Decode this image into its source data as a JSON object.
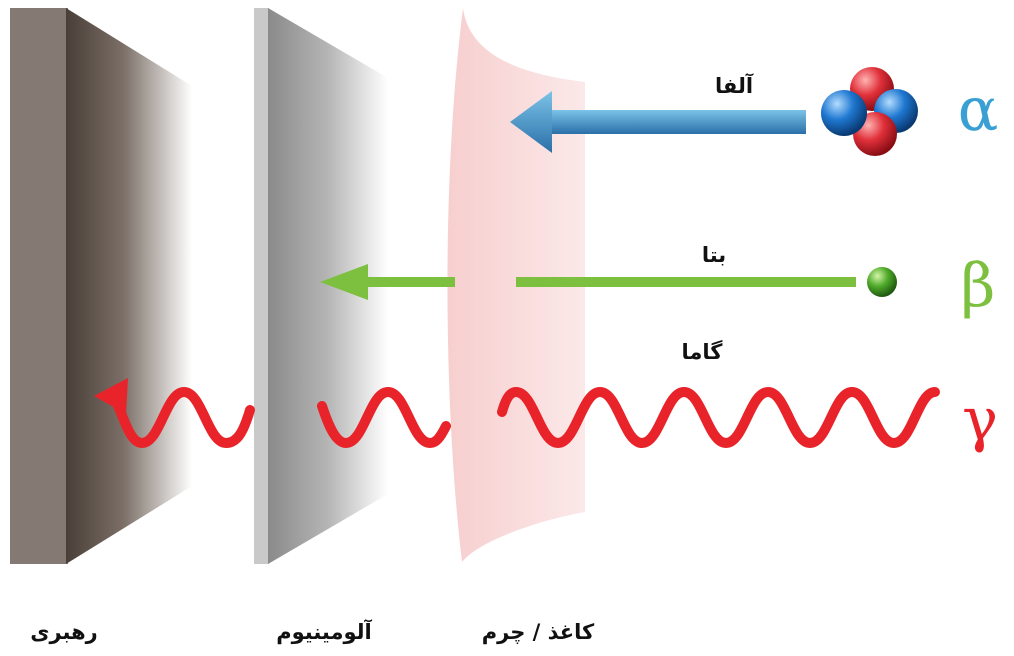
{
  "radiation": {
    "alpha": {
      "label": "آلفا",
      "symbol": "α",
      "color": "#3aa0d4"
    },
    "beta": {
      "label": "بتا",
      "symbol": "β",
      "color": "#7dbf3e"
    },
    "gamma": {
      "label": "گاما",
      "symbol": "γ",
      "color": "#e8232a"
    }
  },
  "barriers": {
    "paper": "کاغذ / چرم",
    "aluminum": "آلومینیوم",
    "lead": "رهبری"
  }
}
